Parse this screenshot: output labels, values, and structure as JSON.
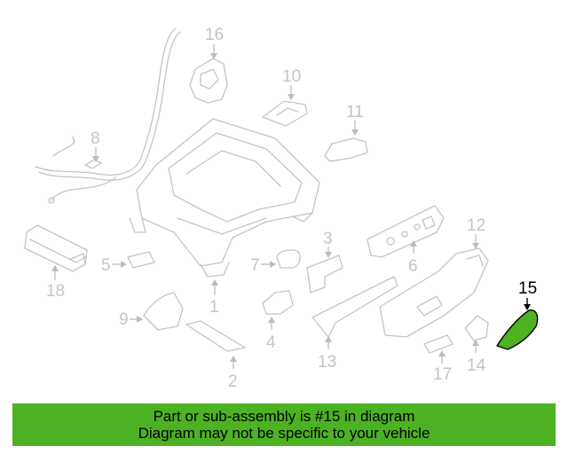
{
  "diagram": {
    "callouts": [
      "1",
      "2",
      "3",
      "4",
      "5",
      "6",
      "7",
      "8",
      "9",
      "10",
      "11",
      "12",
      "13",
      "14",
      "15",
      "16",
      "17",
      "18"
    ],
    "highlighted_callout": "15",
    "colors": {
      "highlight": "#4db320",
      "banner": "#4cb223",
      "part_lines": "#c4c4c4"
    }
  },
  "banner": {
    "line1": "Part or sub-assembly is #15 in diagram",
    "line2": "Diagram may not be specific to your vehicle"
  }
}
